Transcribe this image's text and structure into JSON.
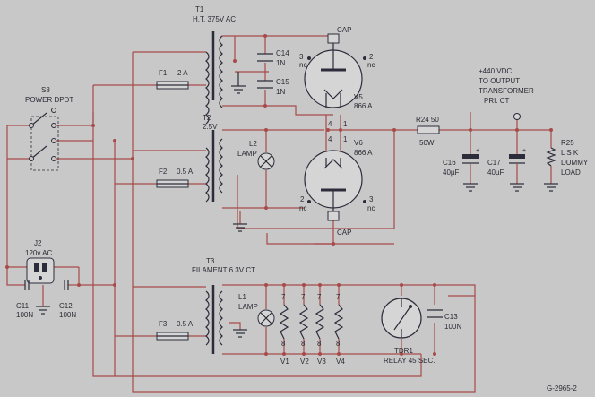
{
  "colors": {
    "background": "#c9c8c8",
    "wire": "#a84a4a",
    "ink": "#2c2c3a",
    "tube_fill": "#d6d5d5"
  },
  "transformers": {
    "t1": {
      "ref": "T1",
      "desc": "H.T. 375V AC"
    },
    "t2": {
      "ref": "T2",
      "desc": "2.5V"
    },
    "t3": {
      "ref": "T3",
      "desc": "FILAMENT 6.3V CT"
    }
  },
  "switch": {
    "ref": "S8",
    "desc": "POWER DPDT"
  },
  "connector": {
    "ref": "J2",
    "desc": "120v AC"
  },
  "capacitors": {
    "c11": {
      "ref": "C11",
      "value": "100N"
    },
    "c12": {
      "ref": "C12",
      "value": "100N"
    },
    "c13": {
      "ref": "C13",
      "value": "100N"
    },
    "c14": {
      "ref": "C14",
      "value": "1N"
    },
    "c15": {
      "ref": "C15",
      "value": "1N"
    },
    "c16": {
      "ref": "C16",
      "value": "40µF"
    },
    "c17": {
      "ref": "C17",
      "value": "40µF"
    }
  },
  "fuses": {
    "f1": {
      "ref": "F1",
      "value": "2 A"
    },
    "f2": {
      "ref": "F2",
      "value": "0.5 A"
    },
    "f3": {
      "ref": "F3",
      "value": "0.5 A"
    }
  },
  "lamps": {
    "l1": {
      "ref": "L1",
      "desc": "LAMP"
    },
    "l2": {
      "ref": "L2",
      "desc": "LAMP"
    }
  },
  "tubes": {
    "v5": {
      "ref": "V5",
      "type": "866 A",
      "cap": "CAP",
      "pin_left": "3",
      "pin_left_nc": "nc",
      "pin_right": "2",
      "pin_right_nc": "nc",
      "pin_a": "4",
      "pin_b": "1"
    },
    "v6": {
      "ref": "V6",
      "type": "866 A",
      "cap": "CAP",
      "pin_left": "2",
      "pin_left_nc": "nc",
      "pin_right": "3",
      "pin_right_nc": "nc",
      "pin_a": "4",
      "pin_b": "1"
    }
  },
  "filaments": {
    "top_pin": "7",
    "bottom_pin": "8",
    "tubes": [
      "V1",
      "V2",
      "V3",
      "V4"
    ]
  },
  "resistors": {
    "r24": {
      "ref": "R24 50",
      "value": "50W"
    },
    "r25": {
      "ref": "R25",
      "line2": "L S K",
      "line3": "DUMMY",
      "line4": "LOAD"
    }
  },
  "output_note": [
    "+440 VDC",
    "TO OUTPUT",
    "TRANSFORMER",
    "PRI. CT"
  ],
  "relay": {
    "ref": "TDR1",
    "desc": "RELAY 45 SEC."
  },
  "drawing_number": "G-2965-2"
}
